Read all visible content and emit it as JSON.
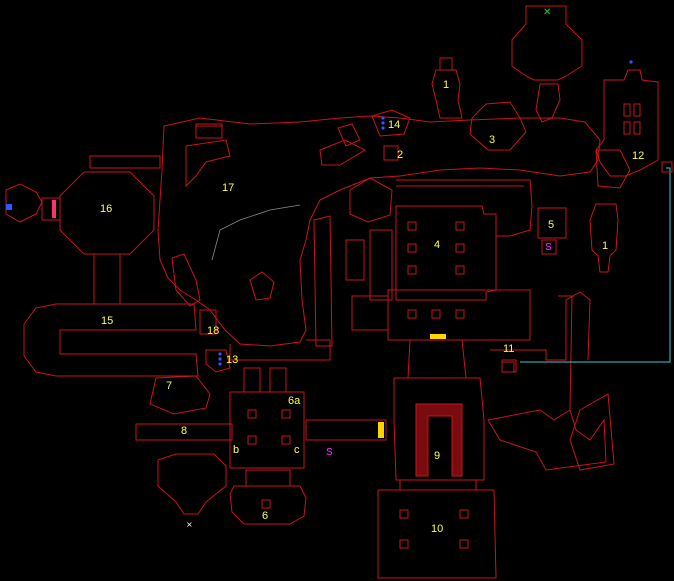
{
  "colors": {
    "background": "#000000",
    "wall": "#c8141c",
    "label": "#ffff40",
    "secret": "#ff33ff",
    "door_yellow": "#ffd400",
    "key_blue": "#3355ff",
    "teleport_line": "#33cccc",
    "exit_marker": "#33cc33"
  },
  "labels": {
    "r1a": "1",
    "r1b": "1",
    "r2": "2",
    "r3": "3",
    "r4": "4",
    "r5": "5",
    "r6": "6",
    "r6a": "6a",
    "r6b": "b",
    "r6c": "c",
    "r7": "7",
    "r8": "8",
    "r9": "9",
    "r10": "10",
    "r11": "11",
    "r12": "12",
    "r13": "13",
    "r14": "14",
    "r15": "15",
    "r16": "16",
    "r17": "17",
    "r18": "18"
  },
  "secrets": {
    "s1": "S",
    "s2": "S"
  },
  "markers": {
    "exit": "×",
    "start": "✕",
    "teleporter": "⊠"
  }
}
